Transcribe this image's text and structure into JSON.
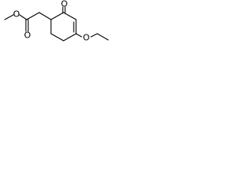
{
  "molecule": {
    "atoms": {
      "ester_carbonyl_oxygen": "O",
      "ester_methoxy_oxygen": "O",
      "ring_ketone_oxygen": "O",
      "ethoxy_oxygen": "O"
    }
  },
  "colors": {
    "bond": "#000000",
    "label": "#000000",
    "background": "#ffffff"
  }
}
